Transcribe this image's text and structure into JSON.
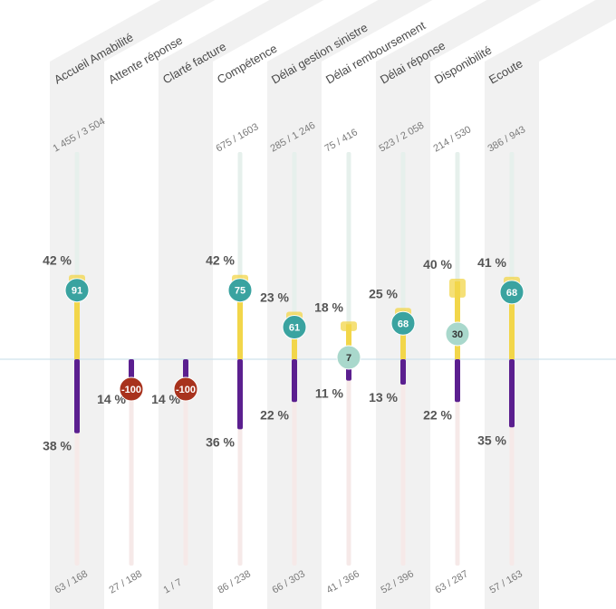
{
  "chart_data": {
    "type": "bar",
    "layout": "diverging-columns",
    "baseline": "zero-line",
    "colors": {
      "column_bg": "#f1f1f1",
      "top_track": "#e6f0ec",
      "bottom_track": "#f6e9e8",
      "positive_bar": "#f2d64a",
      "negative_bar": "#5b1f8f",
      "zero_line": "#cfe2ec",
      "score_high": "#3aa3a0",
      "score_low": "#a9d8cc",
      "score_negative": "#a8321d",
      "label_text": "#4a4a4a"
    },
    "categories": [
      {
        "label": "Accueil Amabilité",
        "count_top": "1 455 / 3 504",
        "count_bottom": "63 / 168",
        "pct_pos": 42,
        "pct_pos_label": "42 %",
        "pct_neg": 38,
        "pct_neg_label": "38 %",
        "score": 91,
        "score_label": "91"
      },
      {
        "label": "Attente réponse",
        "count_top": "",
        "count_bottom": "27 / 188",
        "pct_pos": 0,
        "pct_pos_label": "",
        "pct_neg": 14,
        "pct_neg_label": "14 %",
        "score": -100,
        "score_label": "-100"
      },
      {
        "label": "Clarté facture",
        "count_top": "",
        "count_bottom": "1 / 7",
        "pct_pos": 0,
        "pct_pos_label": "",
        "pct_neg": 14,
        "pct_neg_label": "14 %",
        "score": -100,
        "score_label": "-100"
      },
      {
        "label": "Compétence",
        "count_top": "675 / 1603",
        "count_bottom": "86 / 238",
        "pct_pos": 42,
        "pct_pos_label": "42 %",
        "pct_neg": 36,
        "pct_neg_label": "36 %",
        "score": 75,
        "score_label": "75"
      },
      {
        "label": "Délai gestion sinistre",
        "count_top": "285 / 1 246",
        "count_bottom": "66 / 303",
        "pct_pos": 23,
        "pct_pos_label": "23 %",
        "pct_neg": 22,
        "pct_neg_label": "22 %",
        "score": 61,
        "score_label": "61"
      },
      {
        "label": "Délai remboursement",
        "count_top": "75 / 416",
        "count_bottom": "41 / 366",
        "pct_pos": 18,
        "pct_pos_label": "18 %",
        "pct_neg": 11,
        "pct_neg_label": "11 %",
        "score": 7,
        "score_label": "7"
      },
      {
        "label": "Délai réponse",
        "count_top": "523 / 2 058",
        "count_bottom": "52 / 396",
        "pct_pos": 25,
        "pct_pos_label": "25 %",
        "pct_neg": 13,
        "pct_neg_label": "13 %",
        "score": 68,
        "score_label": "68"
      },
      {
        "label": "Disponibilité",
        "count_top": "214 / 530",
        "count_bottom": "63 / 287",
        "pct_pos": 40,
        "pct_pos_label": "40 %",
        "pct_neg": 22,
        "pct_neg_label": "22 %",
        "score": 30,
        "score_label": "30"
      },
      {
        "label": "Ecoute",
        "count_top": "386 / 943",
        "count_bottom": "57 / 163",
        "pct_pos": 41,
        "pct_pos_label": "41 %",
        "pct_neg": 35,
        "pct_neg_label": "35 %",
        "score": 68,
        "score_label": "68"
      }
    ]
  }
}
